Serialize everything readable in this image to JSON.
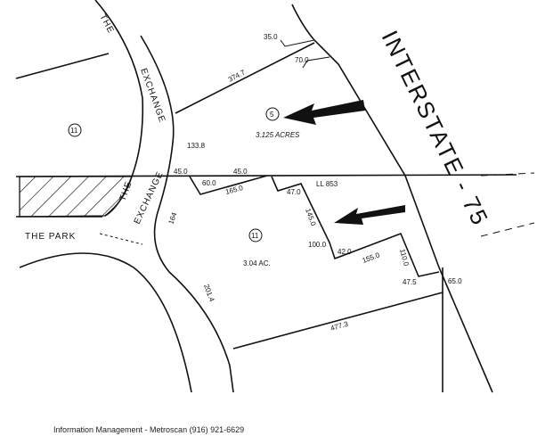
{
  "map": {
    "highway_label": "INTERSTATE - 75",
    "roads": {
      "exchange_upper": "EXCHANGE",
      "the_upper": "THE",
      "the_lower": "THE",
      "exchange_lower": "EXCHANGE",
      "park": "THE PARK"
    },
    "parcels": [
      {
        "number": "5",
        "area": "3.125 ACRES"
      },
      {
        "number": "11",
        "area": "3.04 AC."
      },
      {
        "number": "11",
        "area": ""
      }
    ],
    "land_lot": "LL 853",
    "dimensions": [
      "35.0",
      "70.0",
      "374.7",
      "133.8",
      "45.0",
      "60.0",
      "165.0",
      "45.0",
      "47.0",
      "145.0",
      "100.0",
      "42.0",
      "155.0",
      "110.0",
      "47.5",
      "65.0",
      "477.3",
      "201.4",
      "164"
    ],
    "colors": {
      "ink": "#111111",
      "paper": "#ffffff"
    }
  },
  "footer": {
    "credit": "Information Management - Metroscan (916) 921-6629"
  }
}
